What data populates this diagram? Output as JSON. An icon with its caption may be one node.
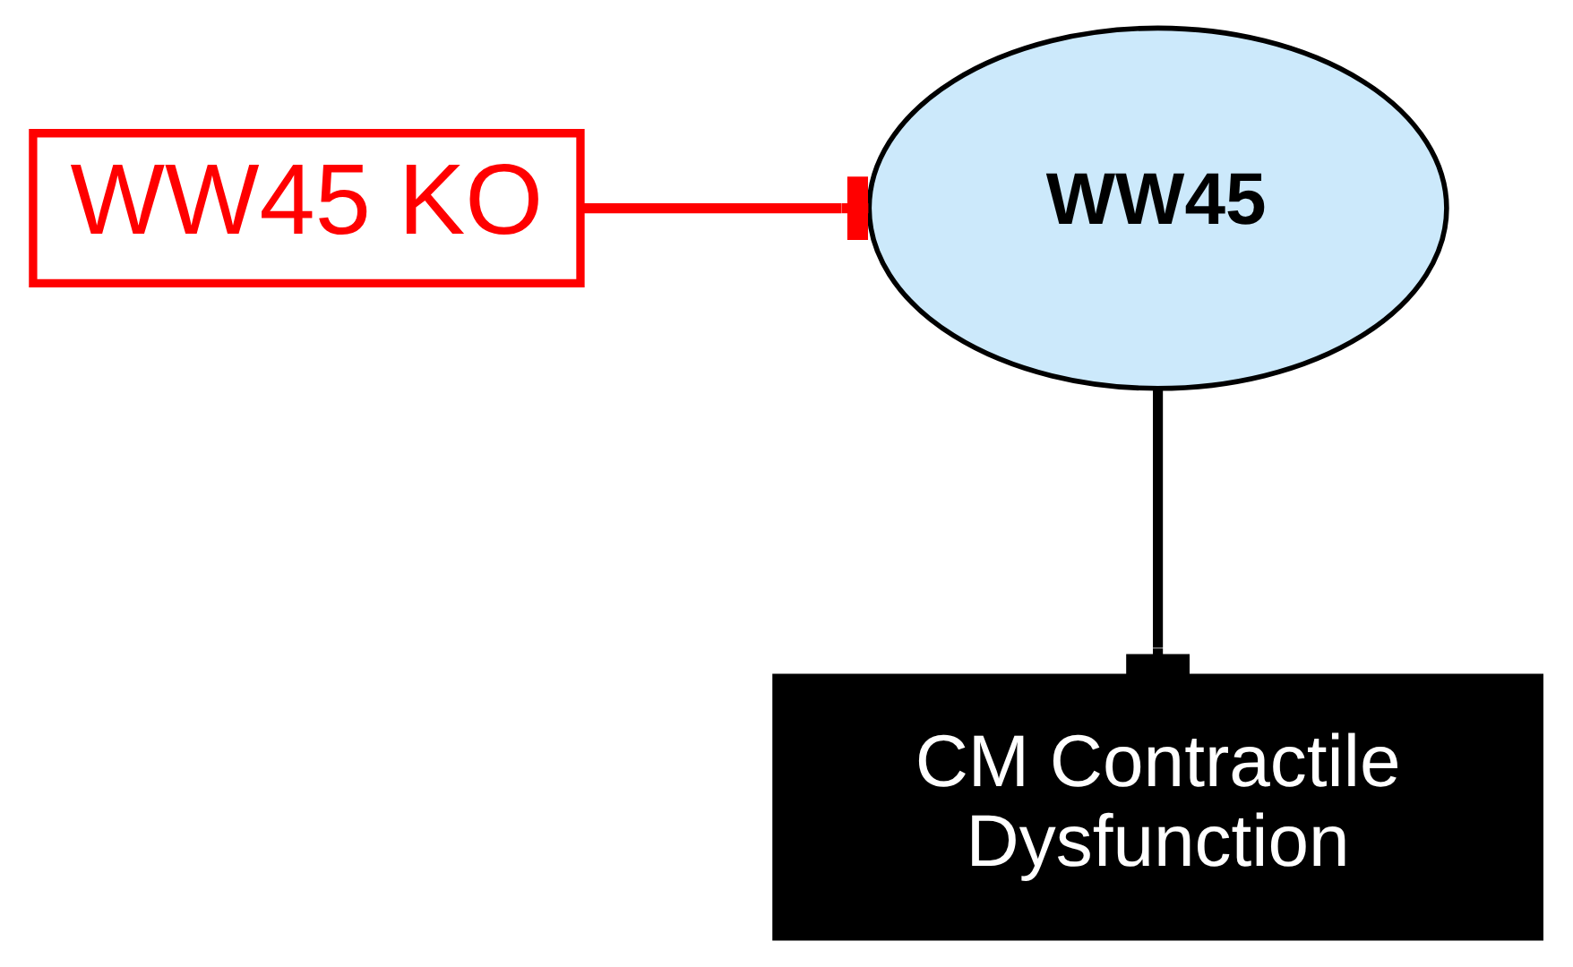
{
  "diagram": {
    "nodes": [
      {
        "text": [
          "WW45 KO"
        ]
      },
      {
        "text": [
          "WW45"
        ]
      },
      {
        "text": [
          "CM Contractile Dysfunction"
        ]
      }
    ],
    "edges": [
      {
        "from": 0,
        "to": 1,
        "arrow": "other",
        "color": "#ff0000"
      },
      {
        "from": 1,
        "to": 2,
        "arrow": "other",
        "color": "#000000"
      }
    ]
  }
}
